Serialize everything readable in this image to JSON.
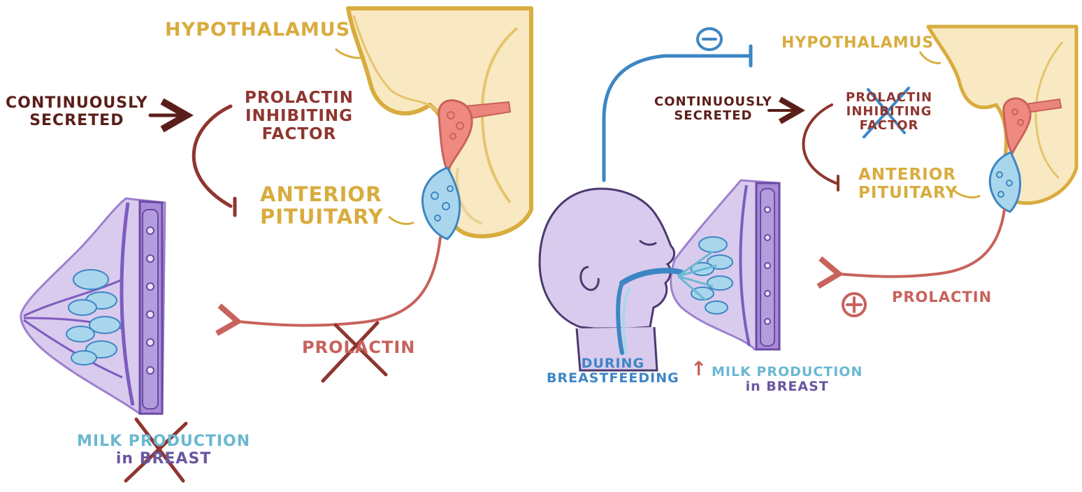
{
  "panels": {
    "left": {
      "hypothalamus": "HYPOTHALAMUS",
      "continuously_line1": "CONTINUOUSLY",
      "continuously_line2": "SECRETED",
      "pif_line1": "PROLACTIN",
      "pif_line2": "INHIBITING",
      "pif_line3": "FACTOR",
      "anterior_line1": "ANTERIOR",
      "anterior_line2": "PITUITARY",
      "prolactin": "PROLACTIN",
      "milk_line1": "MILK PRODUCTION",
      "milk_line2": "in BREAST"
    },
    "right": {
      "hypothalamus": "HYPOTHALAMUS",
      "continuously_line1": "CONTINUOUSLY",
      "continuously_line2": "SECRETED",
      "pif_line1": "PROLACTIN",
      "pif_line2": "INHIBITING",
      "pif_line3": "FACTOR",
      "anterior_line1": "ANTERIOR",
      "anterior_line2": "PITUITARY",
      "prolactin": "PROLACTIN",
      "during_line1": "DURING",
      "during_line2": "BREASTFEEDING",
      "milk_line1": "MILK PRODUCTION",
      "milk_line2": "in BREAST",
      "minus_symbol": "−",
      "plus_symbol": "+",
      "up_arrow": "↑"
    }
  },
  "colors": {
    "gold": "#d8ac3e",
    "dark_brown": "#5a1e1a",
    "maroon": "#8f3530",
    "rose": "#c8625c",
    "light_blue": "#6ab8d2",
    "purple": "#6a56a0",
    "blue": "#3d86c4"
  }
}
